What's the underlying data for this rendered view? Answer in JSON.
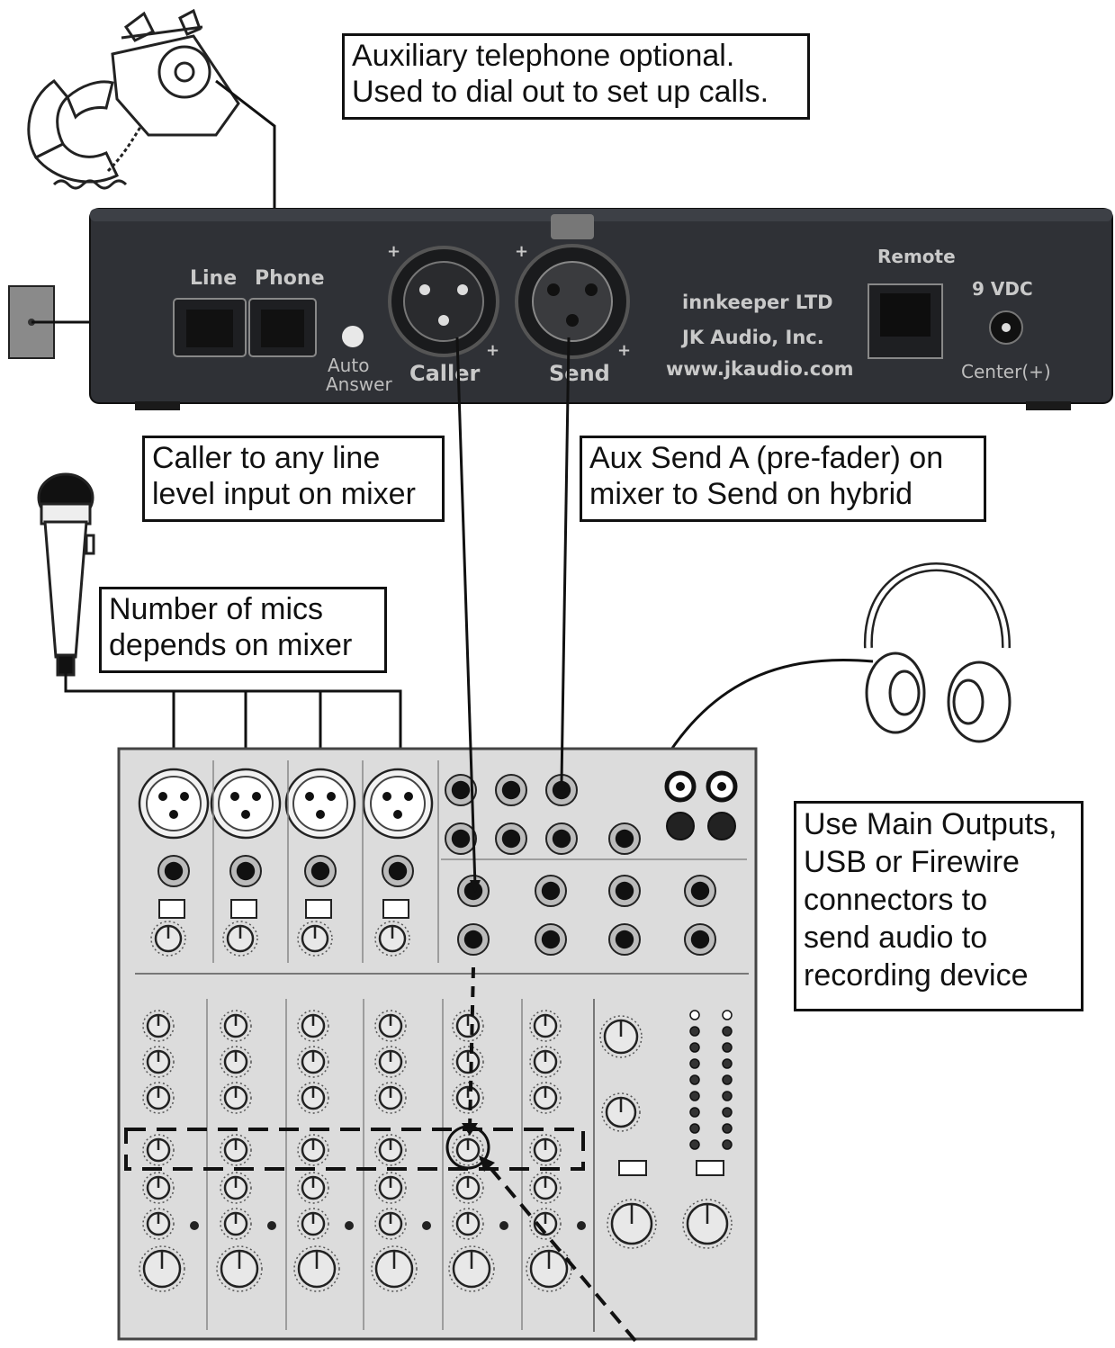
{
  "callouts": {
    "telephone": [
      "Auxiliary telephone optional.",
      "Used to dial out to set up calls."
    ],
    "caller": [
      "Caller to any line",
      "level input on mixer"
    ],
    "aux_send": [
      "Aux Send A (pre-fader) on",
      "mixer to Send on hybrid"
    ],
    "mics": [
      "Number of mics",
      "depends on mixer"
    ],
    "outputs": [
      "Use Main Outputs,",
      "USB or Firewire",
      "connectors to",
      "send audio to",
      "recording device"
    ]
  },
  "hybrid": {
    "line_label": "Line",
    "phone_label": "Phone",
    "auto_answer": [
      "Auto",
      "Answer"
    ],
    "caller_label": "Caller",
    "send_label": "Send",
    "brand": [
      "innkeeper LTD",
      "JK Audio, Inc.",
      "www.jkaudio.com"
    ],
    "remote_label": "Remote",
    "power_label": "9 VDC",
    "polarity_label": "Center(+)"
  },
  "colors": {
    "hybrid_body": "#2f3136",
    "mixer_body": "#dcdcdc",
    "line": "#111111"
  }
}
